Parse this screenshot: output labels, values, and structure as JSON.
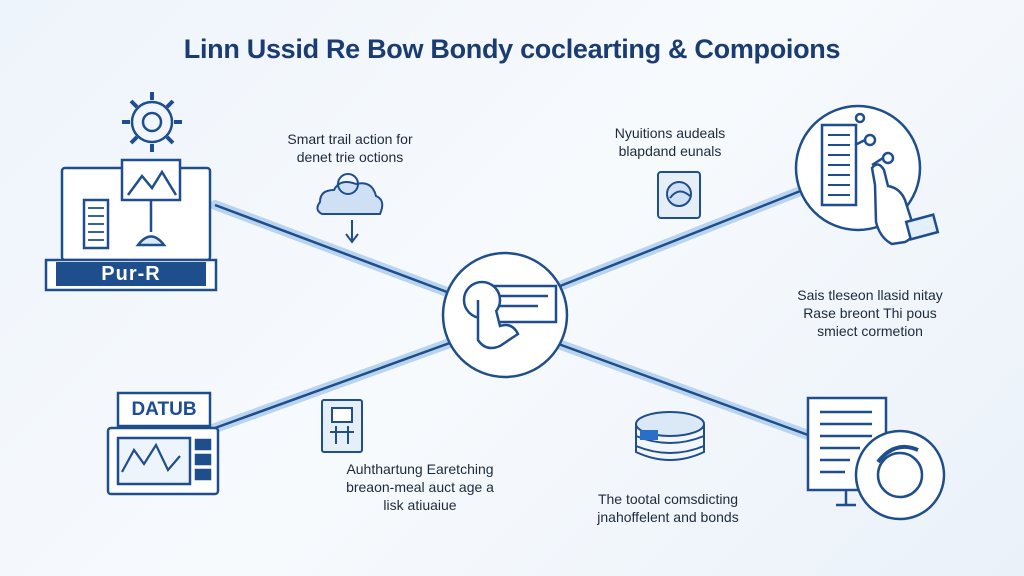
{
  "title": "Linn Ussid Re Bow Bondy coclearting & Compoions",
  "colors": {
    "primary": "#1f4e8c",
    "accent": "#2a6fc6",
    "line": "#b9d4ee",
    "title": "#1a3c73"
  },
  "nodes": {
    "top_left": {
      "icon": "monitor-gear-icon",
      "badge": "Pur-R"
    },
    "bottom_left": {
      "icon": "data-chart-monitor-icon",
      "badge": "DATUB"
    },
    "top_right": {
      "icon": "touch-hand-circle-icon"
    },
    "bottom_right": {
      "icon": "document-circle-icon"
    },
    "center": {
      "icon": "hub-hand-card-icon"
    }
  },
  "labels": {
    "top_left": [
      "Smart trail action for",
      "denet trie octions"
    ],
    "top_right": [
      "Nyuitions audeals",
      "blapdand eunals"
    ],
    "right_middle": [
      "Sais tleseon llasid nitay",
      "Rase breont Thi pous",
      "smiect cormetion"
    ],
    "bottom_left": [
      "Auhthartung Earetching",
      "breaon-meal auct age a",
      "lisk atiuaiue"
    ],
    "bottom_right": [
      "The tootal comsdicting",
      "jnahoffelent and bonds"
    ]
  },
  "small_icons": [
    "cloud-exchange-icon",
    "cloud-box-icon",
    "robot-icon",
    "database-stack-icon"
  ]
}
